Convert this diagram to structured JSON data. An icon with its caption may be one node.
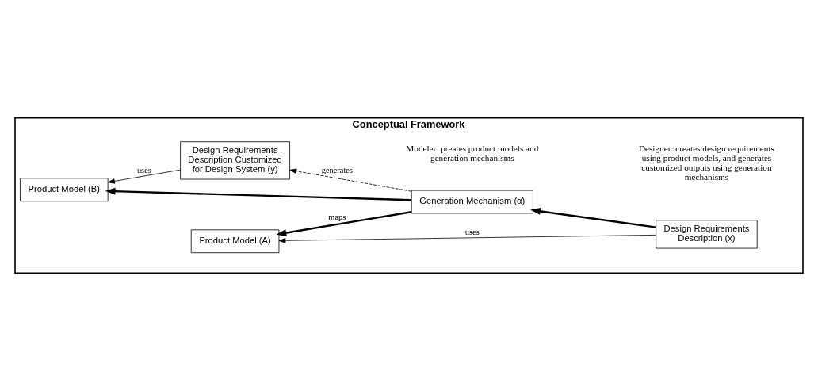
{
  "diagram": {
    "nodes": [
      {
        "text": [
          "Conceptual Framework"
        ]
      },
      {
        "text": [
          "Product Model (A)"
        ],
        "in": 0
      },
      {
        "text": [
          "Design Requirements Description (x)"
        ],
        "in": 0
      },
      {
        "text": [
          "Generation Mechanism (α)"
        ],
        "in": 0
      },
      {
        "text": [
          "Product Model (B)"
        ],
        "in": 0
      },
      {
        "text": [
          "Design Requirements Description Customized for Design System (y)"
        ],
        "in": 0
      }
    ],
    "edges": [
      {
        "from": 2,
        "to": 1,
        "arrow": "to",
        "label": "uses"
      },
      {
        "from": 2,
        "to": 3,
        "arrow": "to",
        "style": "thick"
      },
      {
        "from": 3,
        "to": 1,
        "arrow": "to",
        "label": "maps",
        "style": "thick"
      },
      {
        "from": 3,
        "to": 4,
        "arrow": "to",
        "style": "thick"
      },
      {
        "from": 3,
        "to": 5,
        "arrow": "to",
        "label": "generates",
        "style": "dashed"
      },
      {
        "from": 5,
        "to": 4,
        "arrow": "to",
        "label": "uses"
      }
    ],
    "labels": [
      "Modeler: preates product models and generation mechanisms",
      "Designer: creates design requirements using product models, and generates customized outputs using generation mechanisms"
    ]
  }
}
